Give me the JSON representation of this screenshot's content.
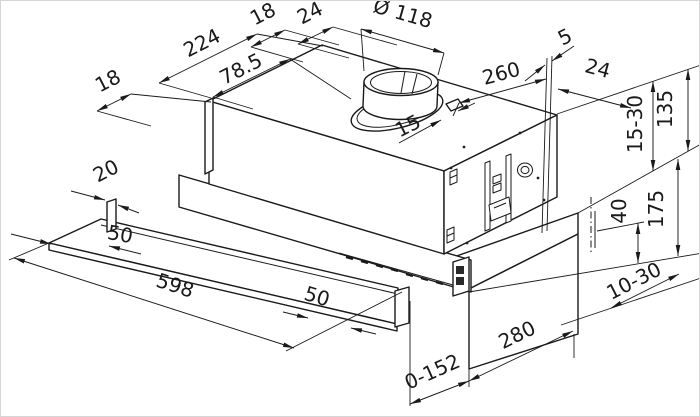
{
  "drawing": {
    "kind": "telescopic-hood-installation-dimension-drawing",
    "units_shown": ""
  },
  "dimensions": {
    "d18_left": "18",
    "d224": "224",
    "d78_5": "78.5",
    "d18_top": "18",
    "d24_top": "24",
    "d_dia": "Ø 118",
    "d15": "15",
    "d260": "260",
    "d5": "5",
    "d24_right": "24",
    "d15_30": "15-30",
    "d135": "135",
    "d40": "40",
    "d175": "175",
    "d10_30": "10-30",
    "d20": "20",
    "d50_left": "50",
    "d598": "598",
    "d50_right": "50",
    "d0_152": "0-152",
    "d280": "280"
  },
  "colors": {
    "line": "#1a1a1a",
    "background": "#ffffff",
    "border": "#d6d6d6"
  }
}
